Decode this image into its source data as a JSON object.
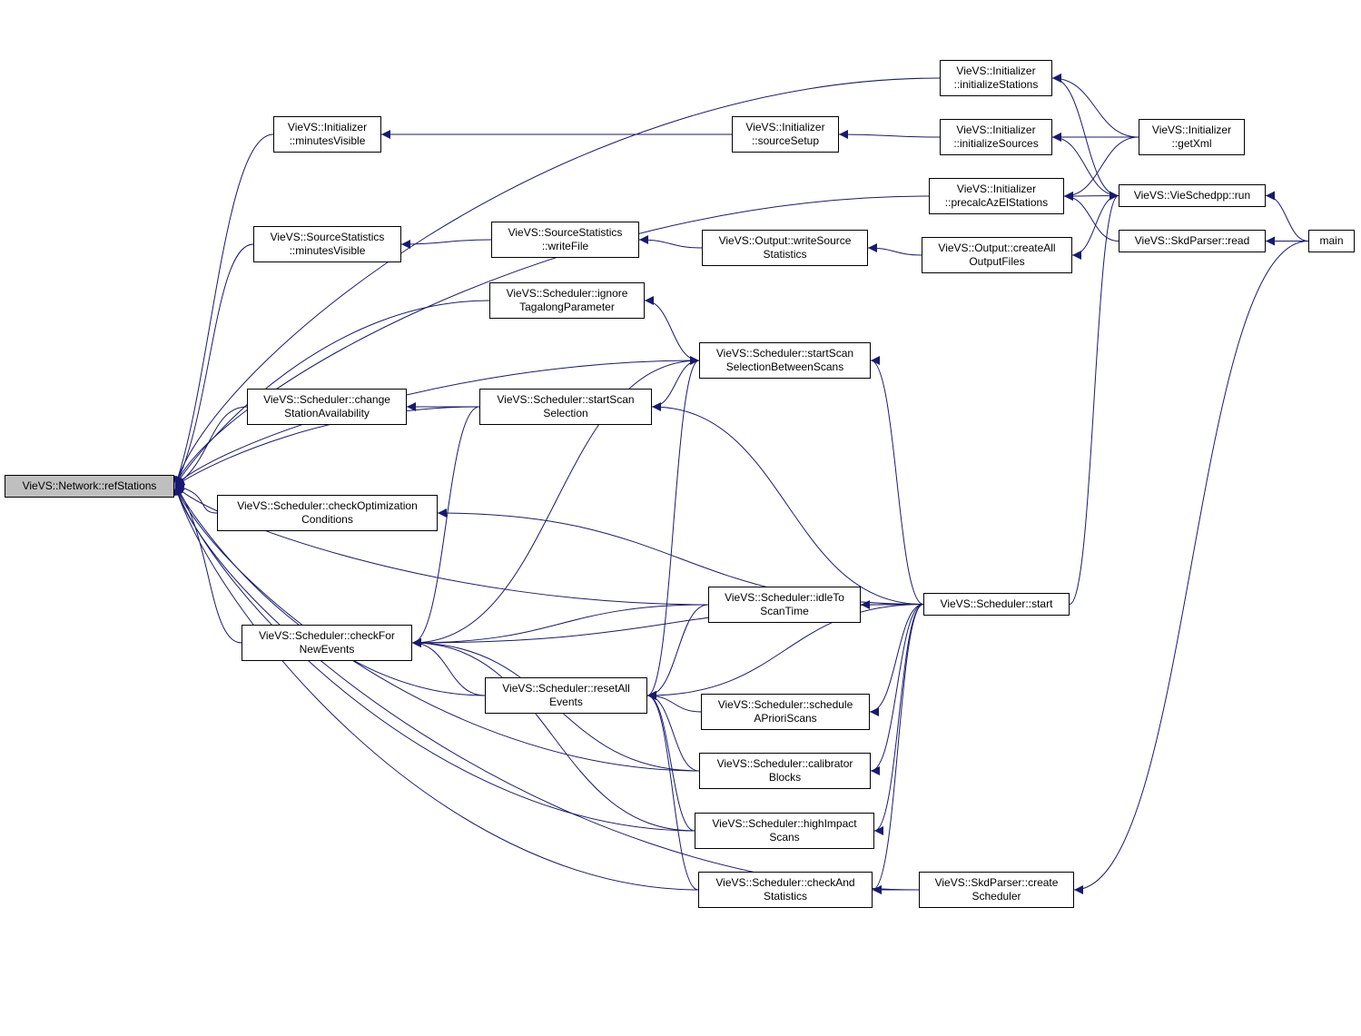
{
  "graph": {
    "edge_color": "#191970",
    "focus_fill": "#bfbfbf",
    "nodes": [
      {
        "id": "refStations",
        "lines": [
          "VieVS::Network::refStations"
        ],
        "focus": true
      },
      {
        "id": "initializeStations",
        "lines": [
          "VieVS::Initializer",
          "::initializeStations"
        ]
      },
      {
        "id": "minutesVisibleInit",
        "lines": [
          "VieVS::Initializer",
          "::minutesVisible"
        ]
      },
      {
        "id": "sourceSetup",
        "lines": [
          "VieVS::Initializer",
          "::sourceSetup"
        ]
      },
      {
        "id": "initializeSources",
        "lines": [
          "VieVS::Initializer",
          "::initializeSources"
        ]
      },
      {
        "id": "getXml",
        "lines": [
          "VieVS::Initializer",
          "::getXml"
        ]
      },
      {
        "id": "precalc",
        "lines": [
          "VieVS::Initializer",
          "::precalcAzElStations"
        ]
      },
      {
        "id": "run",
        "lines": [
          "VieVS::VieSchedpp::run"
        ]
      },
      {
        "id": "skdRead",
        "lines": [
          "VieVS::SkdParser::read"
        ]
      },
      {
        "id": "main",
        "lines": [
          "main"
        ]
      },
      {
        "id": "minutesVisibleSrc",
        "lines": [
          "VieVS::SourceStatistics",
          "::minutesVisible"
        ]
      },
      {
        "id": "writeFile",
        "lines": [
          "VieVS::SourceStatistics",
          "::writeFile"
        ]
      },
      {
        "id": "writeSourceStats",
        "lines": [
          "VieVS::Output::writeSource",
          "Statistics"
        ]
      },
      {
        "id": "createAllOutput",
        "lines": [
          "VieVS::Output::createAll",
          "OutputFiles"
        ]
      },
      {
        "id": "ignoreTagalong",
        "lines": [
          "VieVS::Scheduler::ignore",
          "TagalongParameter"
        ]
      },
      {
        "id": "startScanBetween",
        "lines": [
          "VieVS::Scheduler::startScan",
          "SelectionBetweenScans"
        ]
      },
      {
        "id": "changeStation",
        "lines": [
          "VieVS::Scheduler::change",
          "StationAvailability"
        ]
      },
      {
        "id": "startScanSel",
        "lines": [
          "VieVS::Scheduler::startScan",
          "Selection"
        ]
      },
      {
        "id": "checkOptimization",
        "lines": [
          "VieVS::Scheduler::checkOptimization",
          "Conditions"
        ]
      },
      {
        "id": "idleToScan",
        "lines": [
          "VieVS::Scheduler::idleTo",
          "ScanTime"
        ]
      },
      {
        "id": "start",
        "lines": [
          "VieVS::Scheduler::start"
        ]
      },
      {
        "id": "checkForNewEvents",
        "lines": [
          "VieVS::Scheduler::checkFor",
          "NewEvents"
        ]
      },
      {
        "id": "resetAllEvents",
        "lines": [
          "VieVS::Scheduler::resetAll",
          "Events"
        ]
      },
      {
        "id": "scheduleAPriori",
        "lines": [
          "VieVS::Scheduler::schedule",
          "APrioriScans"
        ]
      },
      {
        "id": "calibratorBlocks",
        "lines": [
          "VieVS::Scheduler::calibrator",
          "Blocks"
        ]
      },
      {
        "id": "highImpact",
        "lines": [
          "VieVS::Scheduler::highImpact",
          "Scans"
        ]
      },
      {
        "id": "checkAndStats",
        "lines": [
          "VieVS::Scheduler::checkAnd",
          "Statistics"
        ]
      },
      {
        "id": "createScheduler",
        "lines": [
          "VieVS::SkdParser::create",
          "Scheduler"
        ]
      }
    ],
    "edges": [
      [
        "initializeStations",
        "refStations"
      ],
      [
        "minutesVisibleInit",
        "refStations"
      ],
      [
        "precalc",
        "refStations"
      ],
      [
        "minutesVisibleSrc",
        "refStations"
      ],
      [
        "ignoreTagalong",
        "refStations"
      ],
      [
        "startScanBetween",
        "refStations"
      ],
      [
        "changeStation",
        "refStations"
      ],
      [
        "startScanSel",
        "refStations"
      ],
      [
        "checkOptimization",
        "refStations"
      ],
      [
        "idleToScan",
        "refStations"
      ],
      [
        "checkForNewEvents",
        "refStations"
      ],
      [
        "resetAllEvents",
        "refStations"
      ],
      [
        "calibratorBlocks",
        "refStations"
      ],
      [
        "highImpact",
        "refStations"
      ],
      [
        "checkAndStats",
        "refStations"
      ],
      [
        "createScheduler",
        "refStations"
      ],
      [
        "sourceSetup",
        "minutesVisibleInit"
      ],
      [
        "initializeSources",
        "sourceSetup"
      ],
      [
        "getXml",
        "initializeSources"
      ],
      [
        "run",
        "initializeSources"
      ],
      [
        "getXml",
        "initializeStations"
      ],
      [
        "run",
        "initializeStations"
      ],
      [
        "getXml",
        "precalc"
      ],
      [
        "run",
        "precalc"
      ],
      [
        "skdRead",
        "precalc"
      ],
      [
        "main",
        "run"
      ],
      [
        "main",
        "skdRead"
      ],
      [
        "writeFile",
        "minutesVisibleSrc"
      ],
      [
        "writeSourceStats",
        "writeFile"
      ],
      [
        "createAllOutput",
        "writeSourceStats"
      ],
      [
        "run",
        "createAllOutput"
      ],
      [
        "startScanBetween",
        "ignoreTagalong"
      ],
      [
        "startScanSel",
        "startScanBetween"
      ],
      [
        "start",
        "startScanBetween"
      ],
      [
        "startScanSel",
        "changeStation"
      ],
      [
        "start",
        "startScanSel"
      ],
      [
        "start",
        "checkOptimization"
      ],
      [
        "start",
        "idleToScan"
      ],
      [
        "start",
        "run"
      ],
      [
        "start",
        "checkForNewEvents"
      ],
      [
        "start",
        "resetAllEvents"
      ],
      [
        "start",
        "scheduleAPriori"
      ],
      [
        "start",
        "calibratorBlocks"
      ],
      [
        "start",
        "highImpact"
      ],
      [
        "start",
        "checkAndStats"
      ],
      [
        "startScanSel",
        "checkForNewEvents"
      ],
      [
        "startScanBetween",
        "checkForNewEvents"
      ],
      [
        "idleToScan",
        "checkForNewEvents"
      ],
      [
        "resetAllEvents",
        "checkForNewEvents"
      ],
      [
        "calibratorBlocks",
        "checkForNewEvents"
      ],
      [
        "highImpact",
        "checkForNewEvents"
      ],
      [
        "startScanBetween",
        "resetAllEvents"
      ],
      [
        "idleToScan",
        "resetAllEvents"
      ],
      [
        "scheduleAPriori",
        "resetAllEvents"
      ],
      [
        "calibratorBlocks",
        "resetAllEvents"
      ],
      [
        "highImpact",
        "resetAllEvents"
      ],
      [
        "checkAndStats",
        "resetAllEvents"
      ],
      [
        "createScheduler",
        "checkAndStats"
      ],
      [
        "main",
        "createScheduler"
      ]
    ]
  }
}
